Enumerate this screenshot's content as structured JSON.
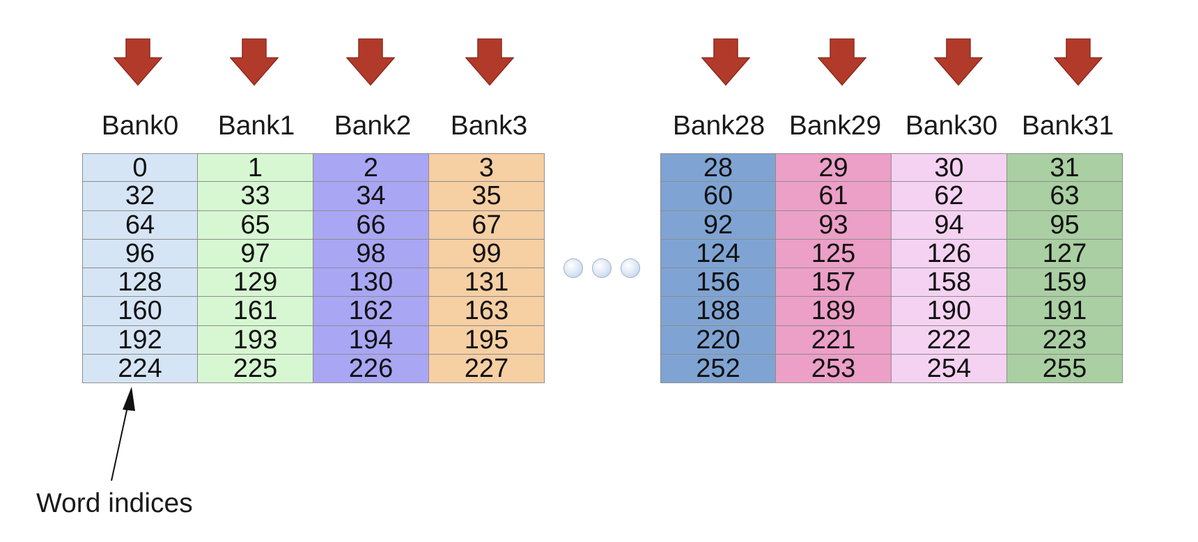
{
  "banks_left": [
    {
      "name": "Bank0",
      "color": "#d6e5f5",
      "values": [
        "0",
        "32",
        "64",
        "96",
        "128",
        "160",
        "192",
        "224"
      ]
    },
    {
      "name": "Bank1",
      "color": "#d7f7d2",
      "values": [
        "1",
        "33",
        "65",
        "97",
        "129",
        "161",
        "193",
        "225"
      ]
    },
    {
      "name": "Bank2",
      "color": "#a9a6f4",
      "values": [
        "2",
        "34",
        "66",
        "98",
        "130",
        "162",
        "194",
        "226"
      ]
    },
    {
      "name": "Bank3",
      "color": "#f6cfa3",
      "values": [
        "3",
        "35",
        "67",
        "99",
        "131",
        "163",
        "195",
        "227"
      ]
    }
  ],
  "banks_right": [
    {
      "name": "Bank28",
      "color": "#7fa4d3",
      "values": [
        "28",
        "60",
        "92",
        "124",
        "156",
        "188",
        "220",
        "252"
      ]
    },
    {
      "name": "Bank29",
      "color": "#ec9fc7",
      "values": [
        "29",
        "61",
        "93",
        "125",
        "157",
        "189",
        "221",
        "253"
      ]
    },
    {
      "name": "Bank30",
      "color": "#f5d2f2",
      "values": [
        "30",
        "62",
        "94",
        "126",
        "158",
        "190",
        "222",
        "254"
      ]
    },
    {
      "name": "Bank31",
      "color": "#a9cfa2",
      "values": [
        "31",
        "63",
        "95",
        "127",
        "159",
        "191",
        "223",
        "255"
      ]
    }
  ],
  "annotation": {
    "label": "Word indices"
  },
  "colors": {
    "arrow": "#b23a2a",
    "arrow_stroke": "#8e2a1e"
  }
}
